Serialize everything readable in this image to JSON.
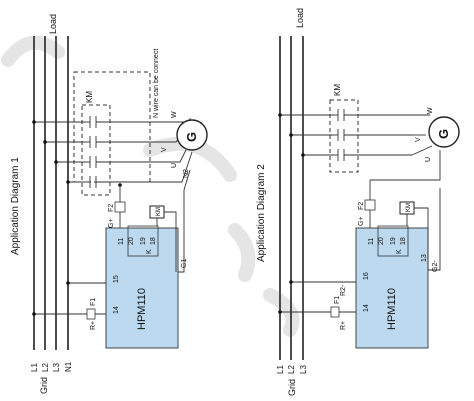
{
  "diagrams": [
    {
      "title": "Application Diagram 1",
      "controller_model": "HPM110",
      "line_labels": [
        "L1",
        "L2",
        "L3",
        "N1"
      ],
      "source_label": "Grid",
      "load_label": "Load",
      "contactor_label": "KM",
      "generator_label": "G",
      "generator_terminals": [
        "U",
        "V",
        "W",
        "N2"
      ],
      "note": "N wire can be connect",
      "fuse_labels": [
        "F1",
        "F2"
      ],
      "wire_labels": {
        "r_plus": "R+",
        "g_plus": "G+",
        "g_minus": "G1-"
      },
      "terminal_labels": {
        "t11": "11",
        "t14": "14",
        "t15": "15",
        "t19": "19",
        "t20": "20",
        "t18": "18"
      },
      "coil_label": "KM",
      "relay_label": "K"
    },
    {
      "title": "Application Diagram 2",
      "controller_model": "HPM110",
      "line_labels": [
        "L1",
        "L2",
        "L3"
      ],
      "source_label": "Grid",
      "load_label": "Load",
      "contactor_label": "KM",
      "generator_label": "G",
      "generator_terminals": [
        "U",
        "V",
        "W"
      ],
      "fuse_labels": [
        "F1",
        "F2"
      ],
      "wire_labels": {
        "r_plus": "R+",
        "r2_minus": "R2-",
        "g_plus": "G+",
        "g2_minus": "G2-"
      },
      "terminal_labels": {
        "t11": "11",
        "t14": "14",
        "t16": "16",
        "t13": "13",
        "t19": "19",
        "t20": "20",
        "t18": "18"
      },
      "coil_label": "KM",
      "relay_label": "K"
    }
  ]
}
